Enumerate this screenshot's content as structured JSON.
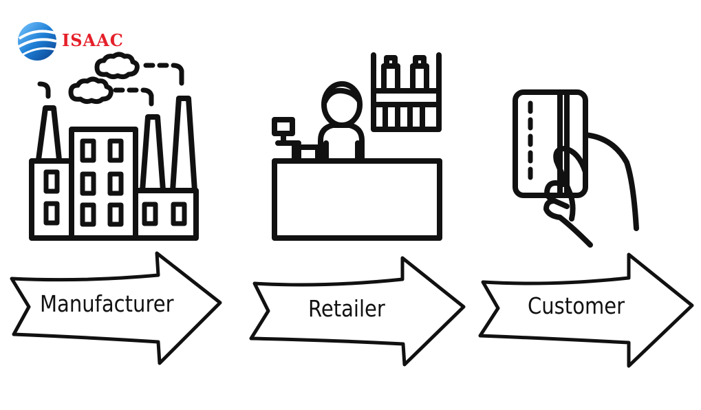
{
  "logo": {
    "text": "ISAAC",
    "text_color": "#e5202a",
    "globe_color": "#1e7fd6"
  },
  "stages": [
    {
      "label": "Manufacturer",
      "icon": "factory-icon"
    },
    {
      "label": "Retailer",
      "icon": "shopkeeper-counter-icon"
    },
    {
      "label": "Customer",
      "icon": "hand-card-icon"
    }
  ],
  "colors": {
    "stroke": "#111111",
    "background": "#ffffff"
  }
}
